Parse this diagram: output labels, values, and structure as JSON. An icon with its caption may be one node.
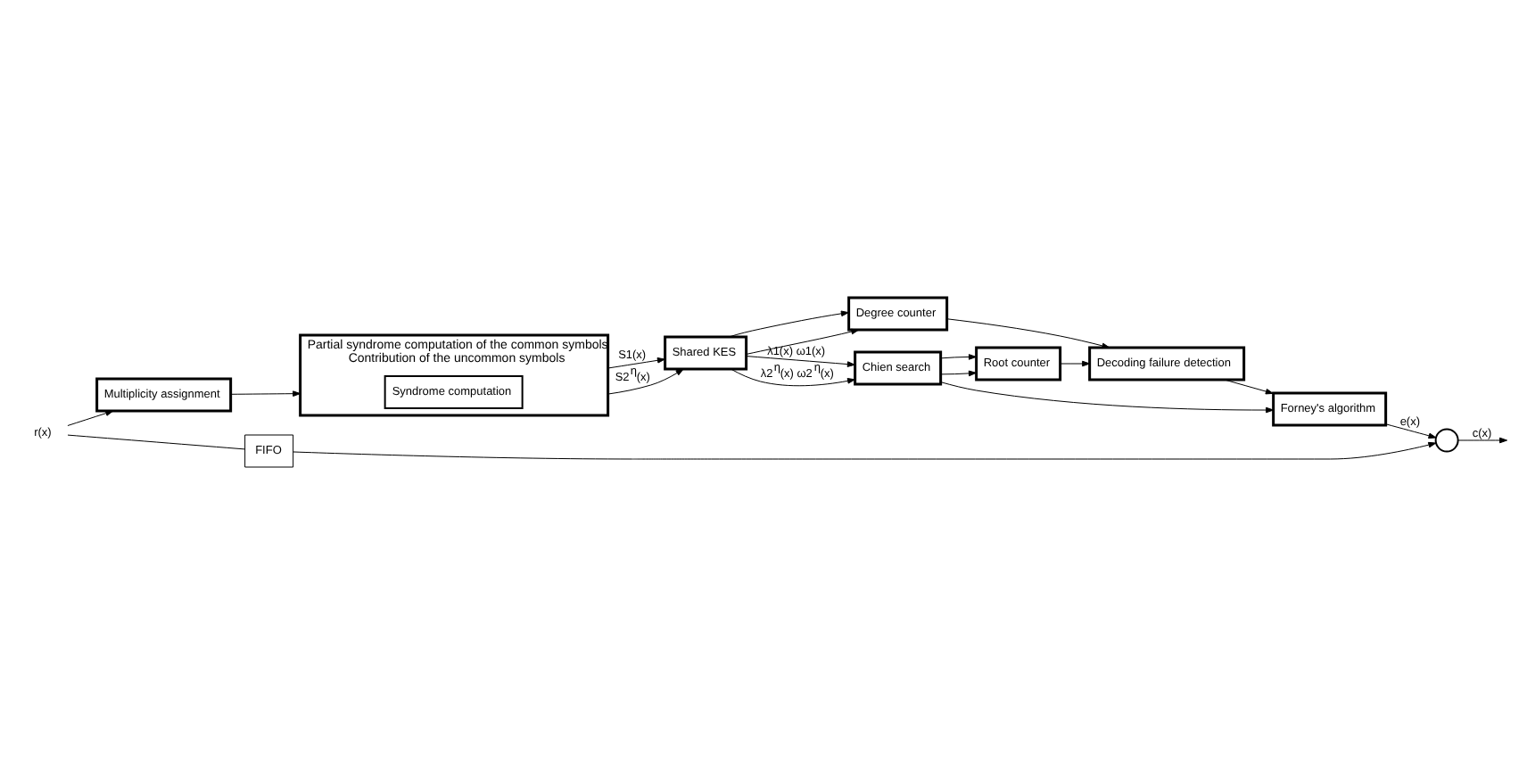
{
  "diagram": {
    "nodes": [
      {
        "text": [
          "Multiplicity assignment"
        ]
      },
      {
        "text": [
          "Partial syndrome computation of the common symbols",
          "Contribution of the uncommon symbols"
        ]
      },
      {
        "text": [
          "Syndrome computation"
        ],
        "in": 1
      },
      {
        "text": [
          "Shared KES"
        ]
      },
      {
        "text": [
          "Degree counter"
        ]
      },
      {
        "text": [
          "Chien search"
        ]
      },
      {
        "text": [
          "Root counter"
        ]
      },
      {
        "text": [
          "Decoding failure detection"
        ]
      },
      {
        "text": [
          "Forney's algorithm"
        ]
      },
      {
        "text": [],
        "shape": "circle"
      },
      {
        "text": [
          "FIFO"
        ]
      },
      {
        "text": [
          "r(x)"
        ]
      }
    ],
    "edges": [
      {
        "from": 11,
        "to": 0,
        "arrow": "to"
      },
      {
        "from": 11,
        "to": 10,
        "arrow": "none"
      },
      {
        "from": 0,
        "to": 1,
        "arrow": "to"
      },
      {
        "from": 1,
        "to": 3,
        "arrow": "to",
        "label": "S1(x)"
      },
      {
        "from": 1,
        "to": 3,
        "arrow": "to",
        "label": "S2$^{η}$(x)"
      },
      {
        "from": 3,
        "to": 4,
        "arrow": "to"
      },
      {
        "from": 3,
        "to": 4,
        "arrow": "to"
      },
      {
        "from": 3,
        "to": 5,
        "arrow": "to",
        "label": "λ1(x) ω1(x)"
      },
      {
        "from": 3,
        "to": 5,
        "arrow": "to",
        "label": "λ2$^{η}$(x) ω2$^{η}$(x)"
      },
      {
        "from": 5,
        "to": 6,
        "arrow": "to"
      },
      {
        "from": 5,
        "to": 6,
        "arrow": "to"
      },
      {
        "from": 4,
        "to": 7,
        "arrow": "to"
      },
      {
        "from": 6,
        "to": 7,
        "arrow": "to"
      },
      {
        "from": 7,
        "to": 8,
        "arrow": "to"
      },
      {
        "from": 5,
        "to": 8,
        "arrow": "to"
      },
      {
        "from": 8,
        "to": 9,
        "arrow": "to",
        "label": "e(x)"
      },
      {
        "from": 10,
        "to": 9,
        "arrow": "to"
      },
      {
        "from": 9,
        "to": null,
        "arrow": "to",
        "label": "c(x)"
      }
    ]
  }
}
